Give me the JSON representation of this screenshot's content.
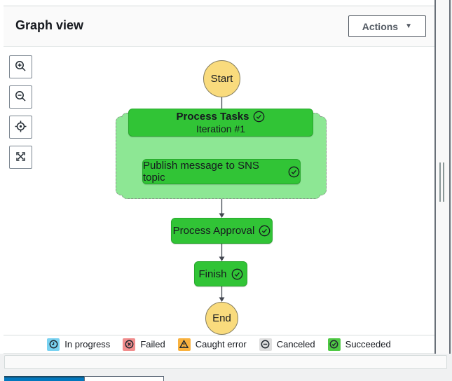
{
  "header": {
    "title": "Graph view",
    "actions_button": "Actions",
    "actions_caret": "▼"
  },
  "toolbar": {
    "buttons": [
      {
        "icon": "zoom-in-icon"
      },
      {
        "icon": "zoom-out-icon"
      },
      {
        "icon": "center-view-icon"
      },
      {
        "icon": "fit-view-icon"
      }
    ]
  },
  "diagram": {
    "nodes": {
      "start": {
        "label": "Start",
        "type": "terminal"
      },
      "process_tasks": {
        "label": "Process Tasks",
        "sublabel": "Iteration #1",
        "status": "succeeded"
      },
      "publish_message": {
        "label": "Publish message to SNS topic",
        "status": "succeeded"
      },
      "process_approval": {
        "label": "Process Approval",
        "status": "succeeded"
      },
      "finish": {
        "label": "Finish",
        "status": "succeeded"
      },
      "end": {
        "label": "End",
        "type": "terminal"
      }
    }
  },
  "legend": {
    "items": [
      {
        "label": "In progress",
        "color": "#79D2F1",
        "icon": "clock-icon"
      },
      {
        "label": "Failed",
        "color": "#F18D8D",
        "icon": "circle-x-icon"
      },
      {
        "label": "Caught error",
        "color": "#F9B23F",
        "icon": "warning-triangle-icon"
      },
      {
        "label": "Canceled",
        "color": "#DFDFDF",
        "icon": "circle-minus-icon"
      },
      {
        "label": "Succeeded",
        "color": "#4FC944",
        "icon": "circle-check-icon"
      }
    ]
  },
  "colors": {
    "node_succeeded": "#31C436",
    "map_container_fill": "#8DE794",
    "terminal_node_fill": "#F9DB7D",
    "active_tab": "#0277BD",
    "arrow": "#424650"
  }
}
